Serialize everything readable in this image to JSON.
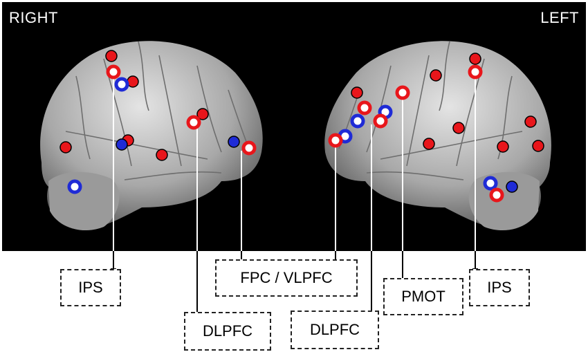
{
  "hemispheres": {
    "right": "RIGHT",
    "left": "LEFT"
  },
  "regions": {
    "ips_right": "IPS",
    "dlpfc_right": "DLPFC",
    "fpc_vlpfc": "FPC / VLPFC",
    "dlpfc_left": "DLPFC",
    "pmot": "PMOT",
    "ips_left": "IPS"
  },
  "marker_colors": {
    "red": "#e8161b",
    "blue": "#1f2bd6",
    "ring_fill": "#ffffff"
  }
}
